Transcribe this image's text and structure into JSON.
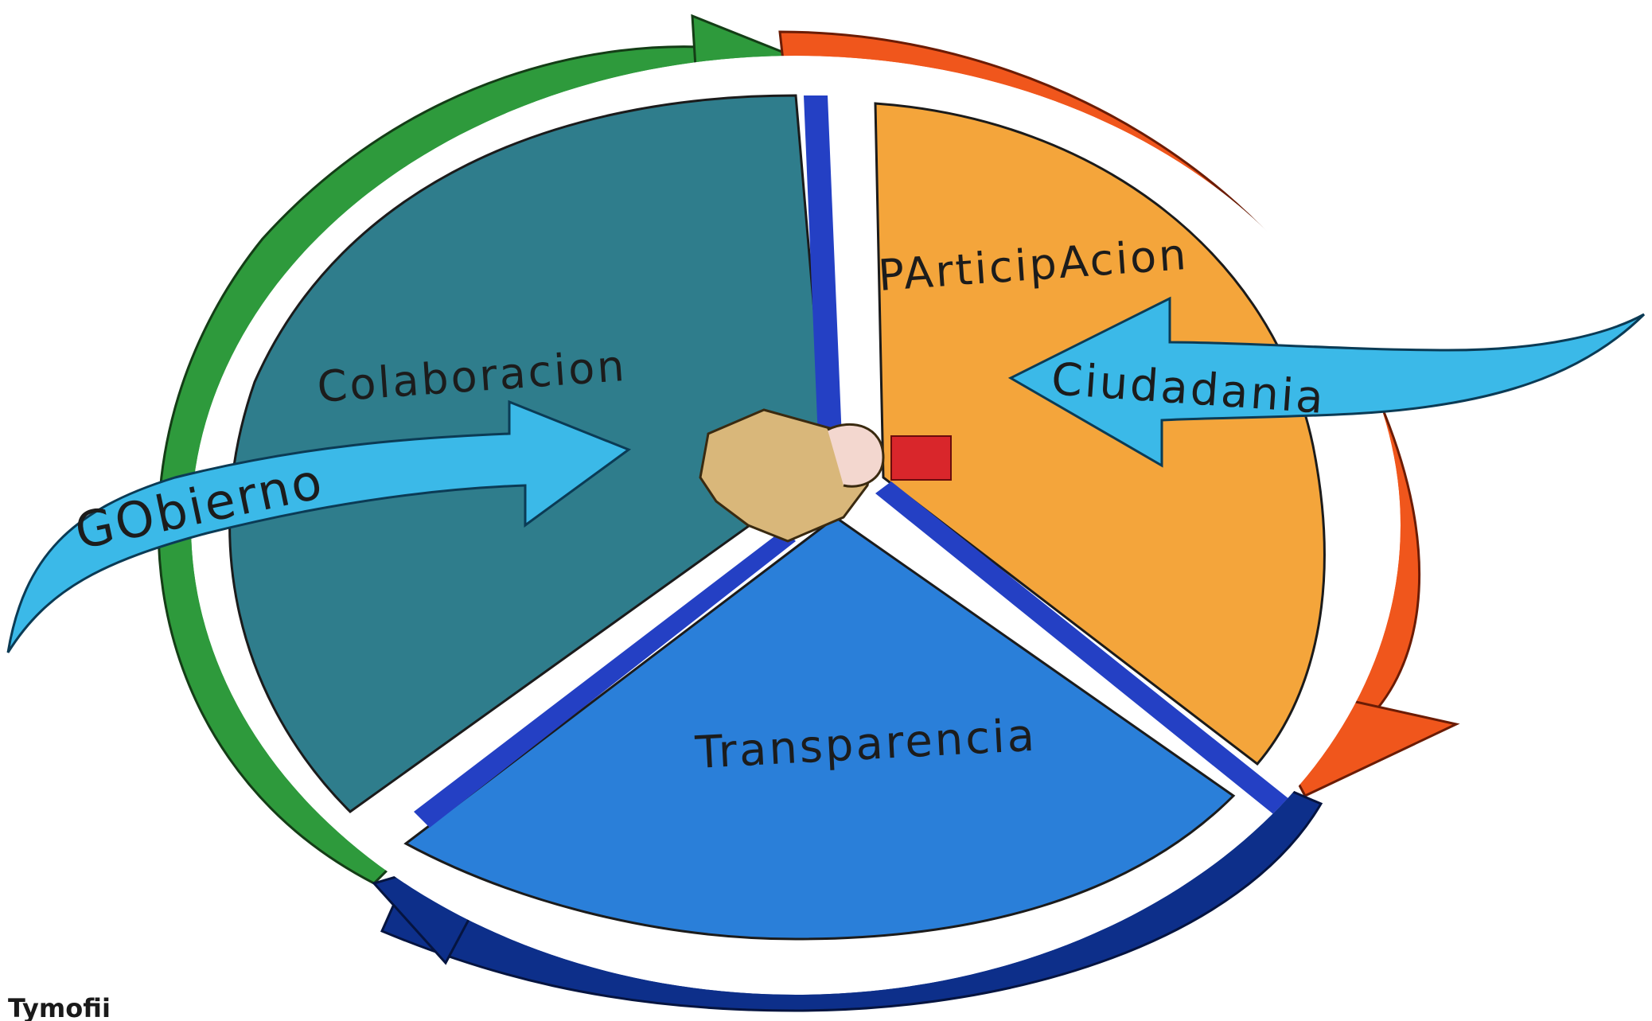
{
  "diagram": {
    "sections": {
      "colaboracion": "Colaboracion",
      "participacion": "PArticipAcion",
      "transparencia": "Transparencia"
    },
    "actors": {
      "gobierno": "GObierno",
      "ciudadania": "Ciudadania"
    },
    "colors": {
      "colaboracion_fill": "#2f7d8c",
      "participacion_fill": "#f4a53b",
      "transparencia_fill": "#2a7fd9",
      "green_arrow": "#2e9a3c",
      "orange_arrow": "#f0561c",
      "navy_arrow": "#0d2f8a",
      "actor_arrow": "#3bb9e8",
      "divider_blue": "#2440c4",
      "handshake": "#d9b77a"
    },
    "center_icon": "handshake-icon"
  },
  "credit": "Tymofii"
}
